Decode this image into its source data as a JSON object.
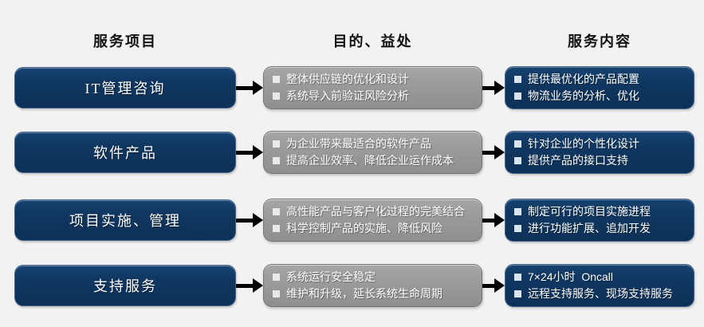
{
  "headers": {
    "col1": "服务项目",
    "col2": "目的、益处",
    "col3": "服务内容"
  },
  "colors": {
    "navy_box": "#103862",
    "gray_box": "#9b9b9b",
    "background": "#f2f2f2",
    "arrow": "#000000",
    "bullet_on_gray": "#e9e9e9",
    "bullet_on_navy": "#dbe5f1",
    "header_text": "#111111",
    "box_text": "#ffffff"
  },
  "rows": [
    {
      "service": "IT管理咨询",
      "benefits": [
        "整体供应链的优化和设计",
        "系统导入前验证风险分析"
      ],
      "contents": [
        "提供最优化的产品配置",
        "物流业务的分析、优化"
      ]
    },
    {
      "service": "软件产品",
      "benefits": [
        "为企业带来最适合的软件产品",
        "提高企业效率、降低企业运作成本"
      ],
      "contents": [
        "针对企业的个性化设计",
        "提供产品的接口支持"
      ]
    },
    {
      "service": "项目实施、管理",
      "benefits": [
        "高性能产品与客户化过程的完美结合",
        "科学控制产品的实施、降低风险"
      ],
      "contents": [
        "制定可行的项目实施进程",
        "进行功能扩展、追加开发"
      ]
    },
    {
      "service": "支持服务",
      "benefits": [
        "系统运行安全稳定",
        "维护和升级，延长系统生命周期"
      ],
      "contents": [
        "7×24小时  Oncall",
        "远程支持服务、现场支持服务"
      ]
    }
  ]
}
